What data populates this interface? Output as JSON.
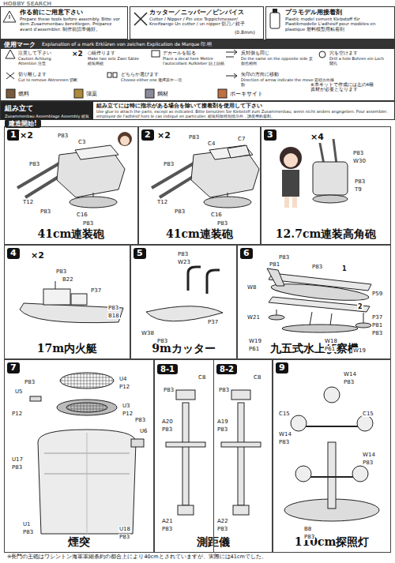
{
  "diagram": {
    "nodes": [
      {
        "text": [
          "作る前にご用意下さい",
          "Prepare these tools before assembly. Bitte vor dem Zusammenbau bereitlegen. Préparez avant d'assembler. 制作前請準備好。"
        ]
      },
      {
        "text": [
          "カッター／ニッパー／ピンバイス",
          "Cutter / Nipper / Pin vice Teppichmesser/ Kneifzange Un cutter / un nipper 切刀／鉗子"
        ]
      },
      {
        "text": [
          "プラモデル用接着剤",
          "Plastic model cement Klebstoff für Plastikmodelle L'adhésif pour modèles en plastique 塑料模型用粘着剤"
        ]
      },
      {
        "text": [
          "使用マーク",
          "Explanation of a mark Erklären von zeichen Explication de Marque 印.明"
        ]
      },
      {
        "text": [
          "組み立て",
          "Zusammenbau Assemblage Assembly 組装",
          "組み立てには特に指示がある場合を除いて接着剤を使用して下さい",
          "Use glue to attach the parts, except as indicated. Bitte benutzen Sie Klebstoff zum Zusammenbau, wenn nicht anders angegeben. Pour assembler, employez de l'adhésif hors le cas indiqué en particulier. 組装時除特別指示外，請使用粘着剤。"
        ]
      },
      {
        "text": [
          "1",
          "41cm連装砲"
        ]
      },
      {
        "text": [
          "2",
          "41cm連装砲"
        ]
      },
      {
        "text": [
          "3",
          "12.7cm連装高角砲"
        ]
      },
      {
        "text": [
          "4",
          "17m内火艇"
        ]
      },
      {
        "text": [
          "5",
          "9mカッター"
        ]
      },
      {
        "text": [
          "6",
          "九五式水上偵察機"
        ]
      },
      {
        "text": [
          "7",
          "煙突"
        ]
      },
      {
        "text": [
          "測距儀"
        ]
      },
      {
        "text": [
          "8-1"
        ],
        "in": 12
      },
      {
        "text": [
          "8-2"
        ],
        "in": 12
      },
      {
        "text": [
          "9",
          "110cm探照灯"
        ]
      }
    ],
    "labels": [
      "HOBBY SEARCH",
      "(0.8mm)",
      "注意して下さい",
      "Caution Achtung Attention 注意",
      "×2",
      "○組作ります",
      "Make two sets Zwei Sätze 組装两組",
      "デカールを貼る",
      "Place a decal here Mettre l'autocollant Aufkleber 貼上貼紙",
      "反対側も同じ",
      "Do the same on the opposite side 反面也相同",
      "穴を空けます",
      "Drill a hole Bohren ein Loch 開孔",
      "切り離します",
      "Cut to remove Abtrennen 切断",
      "どちらか選びます",
      "Choose either one 選擇其中一項",
      "矢印の方向に移動",
      "Direction of arrow indicate the move 箭頭方向移動",
      "燃料",
      "弾薬",
      "鋼材",
      "ボーキサイト",
      "※本キットで作成には左の4種資材が必要となります",
      "建造開始!",
      "×2",
      "P83",
      "C3",
      "P83",
      "T12",
      "P83",
      "C16",
      "P83",
      "×2",
      "P83",
      "C4",
      "C7",
      "P83",
      "T12",
      "P83",
      "C16",
      "P83",
      "×4",
      "P83",
      "W30",
      "P83",
      "T9",
      "×2",
      "P83",
      "B22",
      "P37",
      "P83",
      "B18",
      "P83",
      "W23",
      "P37",
      "W38",
      "P83",
      "P83",
      "P81",
      "W8",
      "P83",
      "1",
      "W21",
      "P59",
      "2",
      "P37",
      "P81",
      "W19",
      "P61",
      "W18",
      "P83",
      "W19",
      "P61",
      "U4",
      "P12",
      "U3",
      "P12",
      "P83",
      "U5",
      "P12",
      "P83",
      "U6",
      "U17",
      "P83",
      "U1",
      "P83",
      "U18",
      "P83",
      "C8",
      "P83",
      "A20",
      "P83",
      "A21",
      "P83",
      "C8",
      "P83",
      "A19",
      "P83",
      "A22",
      "P83",
      "W14",
      "P83",
      "C15",
      "C15",
      "W14",
      "P83",
      "W14",
      "P83",
      "B8",
      "P83",
      "※長門の主砲はワシントン海軍軍縮条約の都合上により40cmとされていますが、実際には41cmでした。"
    ]
  }
}
